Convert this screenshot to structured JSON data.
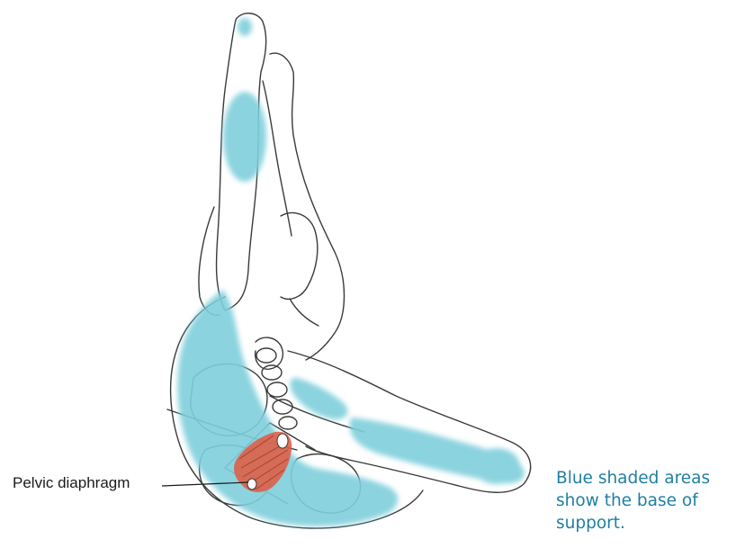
{
  "labels": {
    "pelvic_diaphragm": "Pelvic diaphragm"
  },
  "caption": {
    "lines": [
      "Blue shaded areas",
      "show the base of",
      "support."
    ]
  },
  "colors": {
    "support_fill": "#7fcfdc",
    "muscle_fill": "#e0593f",
    "outline": "#3a3a3a",
    "caption_text": "#1f7fa3"
  }
}
